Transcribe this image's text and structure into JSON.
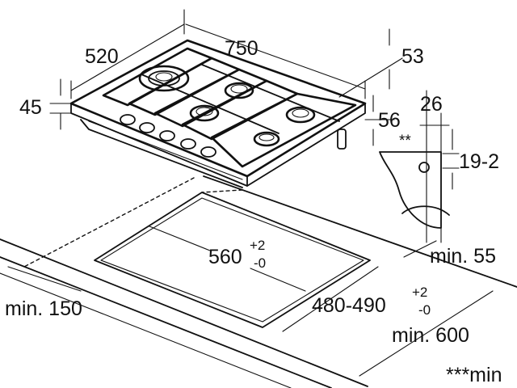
{
  "dimensions": {
    "width_750": "750",
    "depth_520": "520",
    "height_45": "45",
    "top_53": "53",
    "side_56": "56",
    "clip_26": "26",
    "clip_range": "19-2",
    "min_55": "min. 55",
    "cutout_width_base": "560",
    "cutout_width_plus": "+2",
    "cutout_width_minus": "-0",
    "cutout_depth_base": "480-490",
    "cutout_depth_plus": "+2",
    "cutout_depth_minus": "-0",
    "min_150": "min. 150",
    "min_600": "min. 600",
    "note_stars_clip": "**",
    "note_stars_bottom": "***min"
  }
}
